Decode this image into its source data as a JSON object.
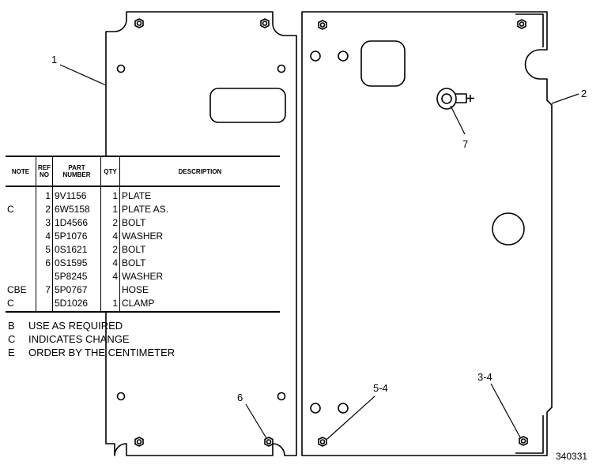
{
  "callouts": {
    "c1": "1",
    "c2": "2",
    "c7": "7",
    "c6": "6",
    "c54": "5-4",
    "c34": "3-4"
  },
  "drawing_number": "340331",
  "table": {
    "headers": {
      "note": "NOTE",
      "ref_no": "REF NO",
      "part_number": "PART NUMBER",
      "qty": "QTY",
      "description": "DESCRIPTION"
    },
    "rows": [
      {
        "note": "",
        "ref": "1",
        "part": "9V1156",
        "qty": "1",
        "desc": "PLATE"
      },
      {
        "note": "C",
        "ref": "2",
        "part": "6W5158",
        "qty": "1",
        "desc": "PLATE AS."
      },
      {
        "note": "",
        "ref": "3",
        "part": "1D4566",
        "qty": "2",
        "desc": "BOLT"
      },
      {
        "note": "",
        "ref": "4",
        "part": "5P1076",
        "qty": "4",
        "desc": "WASHER"
      },
      {
        "note": "",
        "ref": "5",
        "part": "0S1621",
        "qty": "2",
        "desc": "BOLT"
      },
      {
        "note": "",
        "ref": "6",
        "part": "0S1595",
        "qty": "4",
        "desc": "BOLT"
      },
      {
        "note": "",
        "ref": "",
        "part": "5P8245",
        "qty": "4",
        "desc": "WASHER"
      },
      {
        "note": "CBE",
        "ref": "7",
        "part": "5P0767",
        "qty": "",
        "desc": "HOSE"
      },
      {
        "note": "C",
        "ref": "",
        "part": "5D1026",
        "qty": "1",
        "desc": "CLAMP"
      }
    ]
  },
  "notes": [
    {
      "code": "B",
      "text": "USE AS REQUIRED"
    },
    {
      "code": "C",
      "text": "INDICATES CHANGE"
    },
    {
      "code": "E",
      "text": "ORDER BY THE CENTIMETER"
    }
  ]
}
